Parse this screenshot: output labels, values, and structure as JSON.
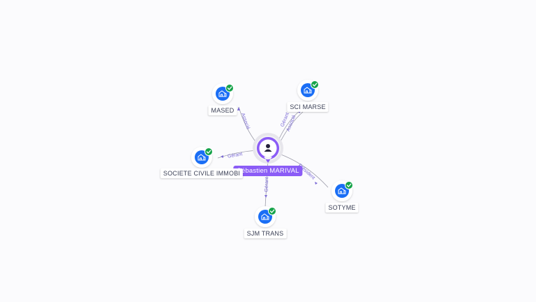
{
  "colors": {
    "accent": "#8b5cf6",
    "company_icon": "#1a6ef5",
    "verified": "#16a34a",
    "edge_label": "#7c6bd6",
    "edge_line": "#9a9aa8"
  },
  "center": {
    "name": "Sébastien MARIVAL",
    "icon": "person-icon"
  },
  "companies": [
    {
      "id": "c1",
      "name": "MASED",
      "icon": "building-icon",
      "verified": true
    },
    {
      "id": "c2",
      "name": "SCI MARSE",
      "icon": "building-icon",
      "verified": true
    },
    {
      "id": "c3",
      "name": "SOCIETE CIVILE IMMOBI",
      "icon": "building-icon",
      "verified": true
    },
    {
      "id": "c4",
      "name": "SOTYME",
      "icon": "building-icon",
      "verified": true
    },
    {
      "id": "c5",
      "name": "SJM TRANS",
      "icon": "building-icon",
      "verified": true
    }
  ],
  "relations": [
    {
      "target": "c1",
      "labels": [
        "Associé"
      ]
    },
    {
      "target": "c2",
      "labels": [
        "Gérant",
        "Associé"
      ]
    },
    {
      "target": "c3",
      "labels": [
        "Gérant"
      ]
    },
    {
      "target": "c4",
      "labels": [
        "Président"
      ]
    },
    {
      "target": "c5",
      "labels": [
        "Gérant"
      ]
    }
  ]
}
